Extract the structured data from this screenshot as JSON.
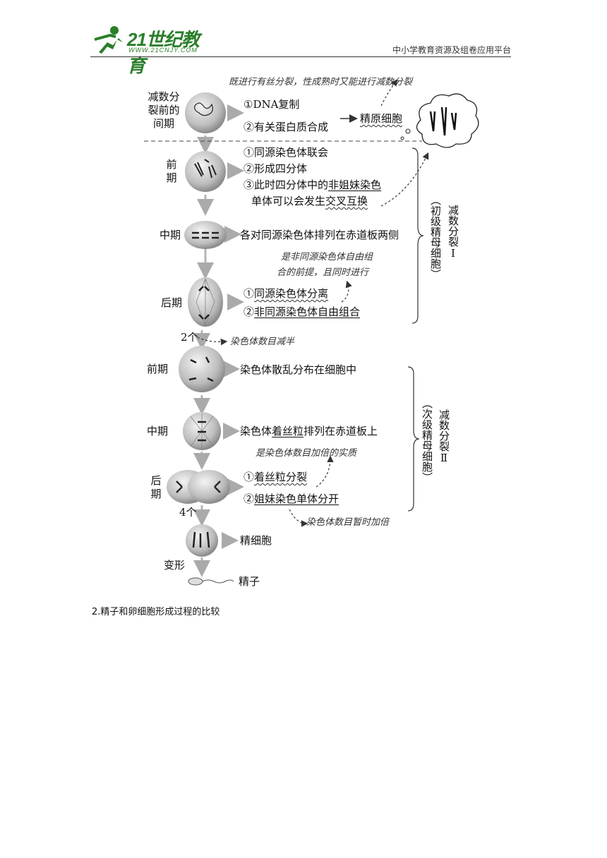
{
  "header": {
    "logo_text": "21世纪教育",
    "logo_sub": "WWW.21CNJY.COM",
    "platform": "中小学教育资源及组卷应用平台"
  },
  "diagram": {
    "stages": {
      "interphase": "减数分裂前的间期",
      "pro1": "前期",
      "meta1": "中期",
      "ana1": "后期",
      "count1": "2个",
      "pro2": "前期",
      "meta2": "中期",
      "ana2": "后期",
      "count2": "4个",
      "transform": "变形"
    },
    "interphase_items": [
      "①DNA复制",
      "②有关蛋白质合成"
    ],
    "spermatogonium": "精原细胞",
    "pro1_items": [
      "①同源染色体联会",
      "②形成四分体",
      "③此时四分体中的",
      "非姐妹染色",
      "单体可以会发生",
      "交叉互换"
    ],
    "meta1_text": "各对同源染色体排列在赤道板两侧",
    "ana1_items": [
      "①",
      "同源染色体分离",
      "②",
      "非同源染色体自由组合"
    ],
    "pro2_text": "染色体散乱分布在细胞中",
    "meta2_text_a": "染色体",
    "meta2_text_b": "着丝粒",
    "meta2_text_c": "排列在赤道板上",
    "ana2_items": [
      "①",
      "着丝粒分裂",
      "②",
      "姐妹染色单体分开"
    ],
    "spermatid": "精细胞",
    "sperm": "精子",
    "notes": {
      "top": "既进行有丝分裂，性成熟时又能进行减数分裂",
      "ana1_note_1": "是非同源染色体自由组",
      "ana1_note_2": "合的前提，且同时进行",
      "halved": "染色体数目减半",
      "doubled_essence": "是染色体数目加倍的实质",
      "temp_double": "染色体数目暂时加倍"
    },
    "bracket1": {
      "label": "减数分裂Ⅰ",
      "paren": "（初级精母细胞）"
    },
    "bracket2": {
      "label": "减数分裂Ⅱ",
      "paren": "（次级精母细胞）"
    }
  },
  "caption": "2.精子和卵细胞形成过程的比较"
}
